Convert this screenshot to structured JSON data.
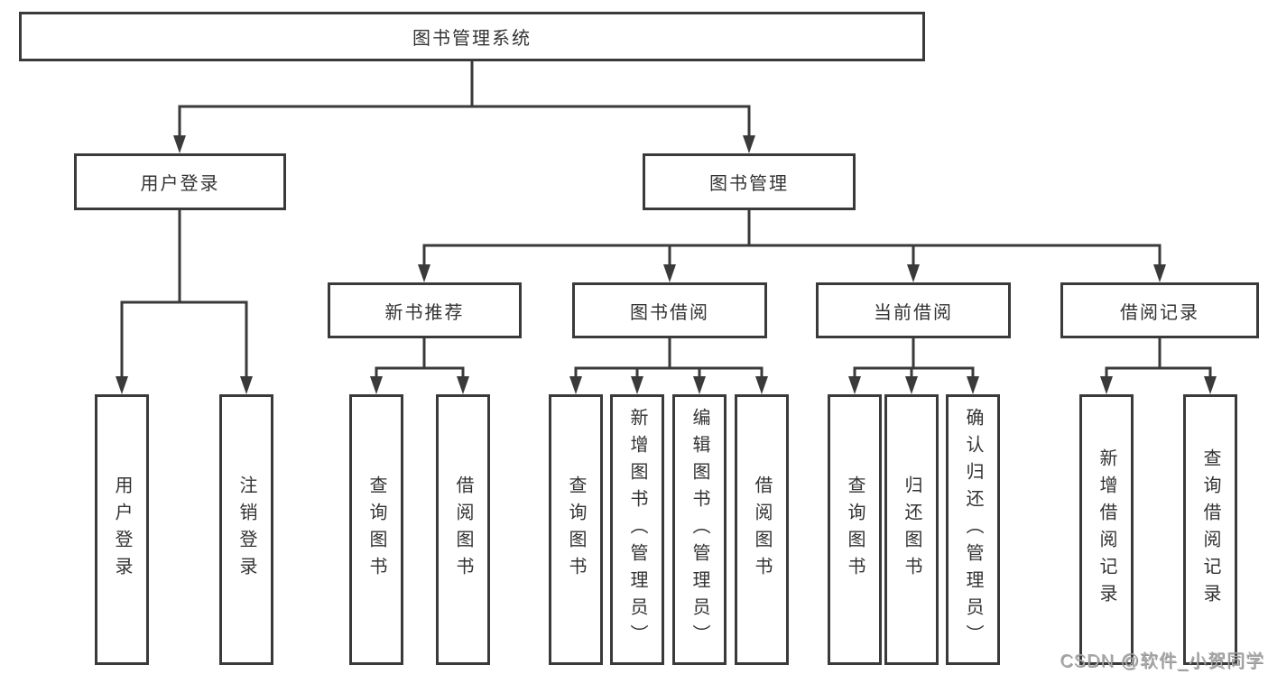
{
  "diagram": {
    "root": {
      "label": "图书管理系统"
    },
    "level2": {
      "user_login": "用户登录",
      "book_management": "图书管理"
    },
    "level3": {
      "new_book_recommend": "新书推荐",
      "book_borrowing": "图书借阅",
      "current_borrowing": "当前借阅",
      "borrowing_records": "借阅记录"
    },
    "leaves": {
      "user_login": [
        "用户登录",
        "注销登录"
      ],
      "new_book_recommend": [
        "查询图书",
        "借阅图书"
      ],
      "book_borrowing": [
        "查询图书",
        "新增图书（管理员）",
        "编辑图书（管理员）",
        "借阅图书"
      ],
      "current_borrowing": [
        "查询图书",
        "归还图书",
        "确认归还（管理员）"
      ],
      "borrowing_records": [
        "新增借阅记录",
        "查询借阅记录"
      ]
    },
    "watermark": "CSDN @软件_小贺同学",
    "colors": {
      "line": "#3a3a3a",
      "text": "#333333",
      "background": "#ffffff",
      "watermark_text": "#a8a8a8"
    }
  }
}
